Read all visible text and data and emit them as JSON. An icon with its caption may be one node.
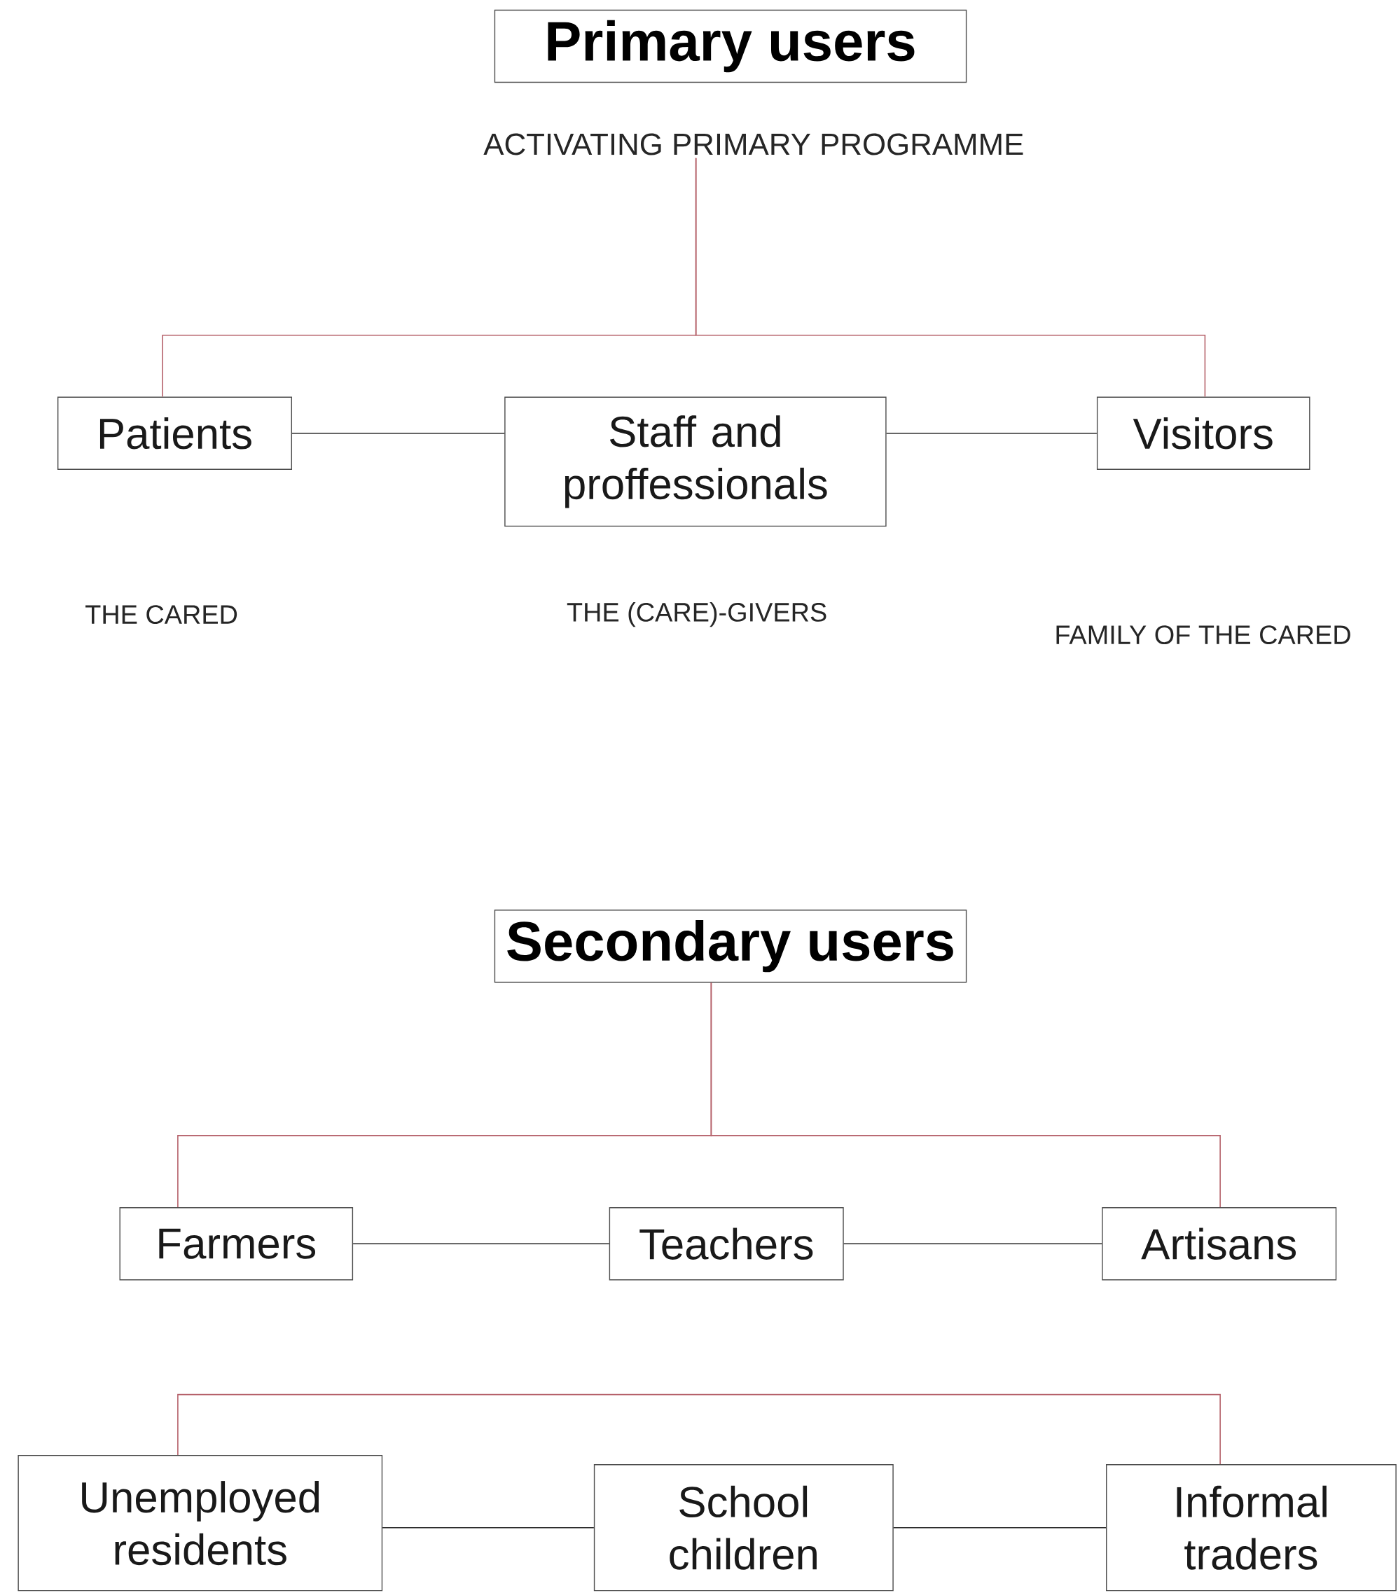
{
  "diagram": {
    "nodes": [
      {
        "text": [
          "Primary users"
        ]
      },
      {
        "text": [
          "ACTIVATING PRIMARY PROGRAMME"
        ]
      },
      {
        "text": [
          "Patients"
        ]
      },
      {
        "text": [
          "Staff and proffessionals"
        ]
      },
      {
        "text": [
          "Visitors"
        ]
      },
      {
        "text": [
          "Secondary users"
        ]
      },
      {
        "text": [
          "Farmers"
        ]
      },
      {
        "text": [
          "Teachers"
        ]
      },
      {
        "text": [
          "Artisans"
        ]
      },
      {
        "text": [
          "Unemployed residents"
        ]
      },
      {
        "text": [
          "School children"
        ]
      },
      {
        "text": [
          "Informal traders"
        ]
      }
    ],
    "edges": [
      {
        "from": 1,
        "to": 2,
        "arrow": "none",
        "color": "#b5616a"
      },
      {
        "from": 1,
        "to": 4,
        "arrow": "none",
        "color": "#b5616a"
      },
      {
        "from": 2,
        "to": 3,
        "arrow": "none"
      },
      {
        "from": 3,
        "to": 4,
        "arrow": "none"
      },
      {
        "from": 5,
        "to": 6,
        "arrow": "none",
        "color": "#b5616a"
      },
      {
        "from": 5,
        "to": 8,
        "arrow": "none",
        "color": "#b5616a"
      },
      {
        "from": 6,
        "to": 7,
        "arrow": "none"
      },
      {
        "from": 7,
        "to": 8,
        "arrow": "none"
      },
      {
        "from": 9,
        "to": 11,
        "arrow": "none",
        "color": "#b5616a"
      },
      {
        "from": 9,
        "to": 10,
        "arrow": "none"
      },
      {
        "from": 10,
        "to": 11,
        "arrow": "none"
      }
    ],
    "labels": [
      "THE CARED",
      "THE (CARE)-GIVERS",
      "FAMILY OF THE CARED"
    ]
  }
}
